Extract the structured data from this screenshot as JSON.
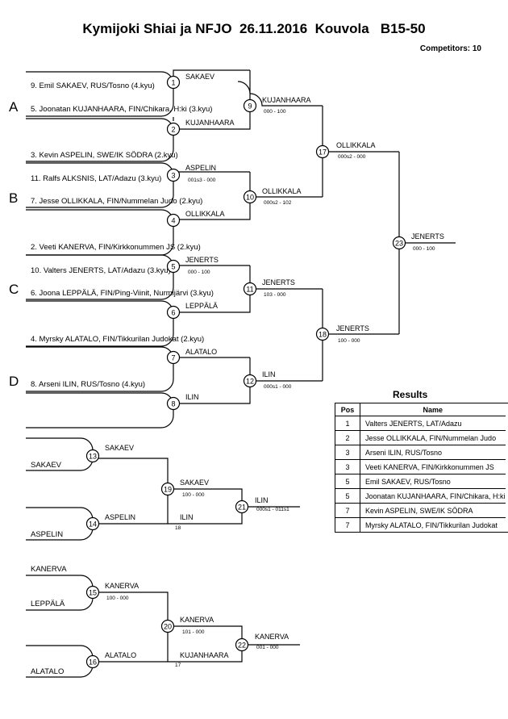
{
  "title": "Kymijoki Shiai ja NFJO  26.11.2016  Kouvola   B15-50",
  "competitors": "Competitors: 10",
  "groups": [
    "A",
    "B",
    "C",
    "D"
  ],
  "entries": [
    "9. Emil SAKAEV, RUS/Tosno (4.kyu)",
    "5. Joonatan KUJANHAARA, FIN/Chikara, H:ki (3.kyu)",
    "3. Kevin ASPELIN, SWE/IK SÖDRA (2.kyu)",
    "11. Ralfs ALKSNIS, LAT/Adazu (3.kyu)",
    "7. Jesse OLLIKKALA, FIN/Nummelan Judo (2.kyu)",
    "2. Veeti KANERVA, FIN/Kirkkonummen JS (2.kyu)",
    "10. Valters JENERTS, LAT/Adazu (3.kyu)",
    "6. Joona LEPPÄLÄ, FIN/Ping-Viinit, Nurmijärvi (3.kyu)",
    "4. Myrsky ALATALO, FIN/Tikkurilan Judokat (2.kyu)",
    "8. Arseni ILIN, RUS/Tosno (4.kyu)"
  ],
  "matches": [
    {
      "no": "1",
      "winner": "SAKAEV",
      "score": ""
    },
    {
      "no": "2",
      "winner": "KUJANHAARA",
      "score": ""
    },
    {
      "no": "3",
      "winner": "ASPELIN",
      "score": "001s3 - 000"
    },
    {
      "no": "4",
      "winner": "OLLIKKALA",
      "score": ""
    },
    {
      "no": "5",
      "winner": "JENERTS",
      "score": "000 - 100"
    },
    {
      "no": "6",
      "winner": "LEPPÄLÄ",
      "score": ""
    },
    {
      "no": "7",
      "winner": "ALATALO",
      "score": ""
    },
    {
      "no": "8",
      "winner": "ILIN",
      "score": ""
    },
    {
      "no": "9",
      "winner": "KUJANHAARA",
      "score": "000 - 100"
    },
    {
      "no": "10",
      "winner": "OLLIKKALA",
      "score": "000s2 - 102"
    },
    {
      "no": "11",
      "winner": "JENERTS",
      "score": "103 - 000"
    },
    {
      "no": "12",
      "winner": "ILIN",
      "score": "000s1 - 000"
    },
    {
      "no": "17",
      "winner": "OLLIKKALA",
      "score": "000s2 - 000"
    },
    {
      "no": "18",
      "winner": "JENERTS",
      "score": "100 - 000"
    },
    {
      "no": "23",
      "winner": "JENERTS",
      "score": "000 - 100"
    }
  ],
  "repechage": {
    "top": {
      "m13": {
        "no": "13",
        "in_top": "",
        "in_bottom": "SAKAEV",
        "winner": "SAKAEV"
      },
      "m14": {
        "no": "14",
        "in_top": "",
        "in_bottom": "ASPELIN",
        "winner": "ASPELIN"
      },
      "m19": {
        "no": "19",
        "winner": "SAKAEV",
        "score": "100 - 000",
        "loser_in": "ILIN",
        "ref": "18"
      },
      "m21": {
        "no": "21",
        "winner": "ILIN",
        "score": "000s1 - 011s1"
      }
    },
    "bottom": {
      "m15": {
        "no": "15",
        "in_top": "KANERVA",
        "in_bottom": "LEPPÄLÄ",
        "winner": "KANERVA",
        "score": "100 - 000"
      },
      "m16": {
        "no": "16",
        "in_top": "",
        "in_bottom": "ALATALO",
        "winner": "ALATALO"
      },
      "m20": {
        "no": "20",
        "winner": "KANERVA",
        "score": "101 - 000",
        "loser_in": "KUJANHAARA",
        "ref": "17"
      },
      "m22": {
        "no": "22",
        "winner": "KANERVA",
        "score": "001 - 000"
      }
    }
  },
  "results": {
    "title": "Results",
    "headers": [
      "Pos",
      "Name"
    ],
    "rows": [
      {
        "pos": "1",
        "name": "Valters JENERTS, LAT/Adazu"
      },
      {
        "pos": "2",
        "name": "Jesse OLLIKKALA, FIN/Nummelan Judo"
      },
      {
        "pos": "3",
        "name": "Arseni ILIN, RUS/Tosno"
      },
      {
        "pos": "3",
        "name": "Veeti KANERVA, FIN/Kirkkonummen JS"
      },
      {
        "pos": "5",
        "name": "Emil SAKAEV, RUS/Tosno"
      },
      {
        "pos": "5",
        "name": "Joonatan KUJANHAARA, FIN/Chikara, H:ki"
      },
      {
        "pos": "7",
        "name": "Kevin ASPELIN, SWE/IK SÖDRA"
      },
      {
        "pos": "7",
        "name": "Myrsky ALATALO, FIN/Tikkurilan Judokat"
      }
    ]
  }
}
